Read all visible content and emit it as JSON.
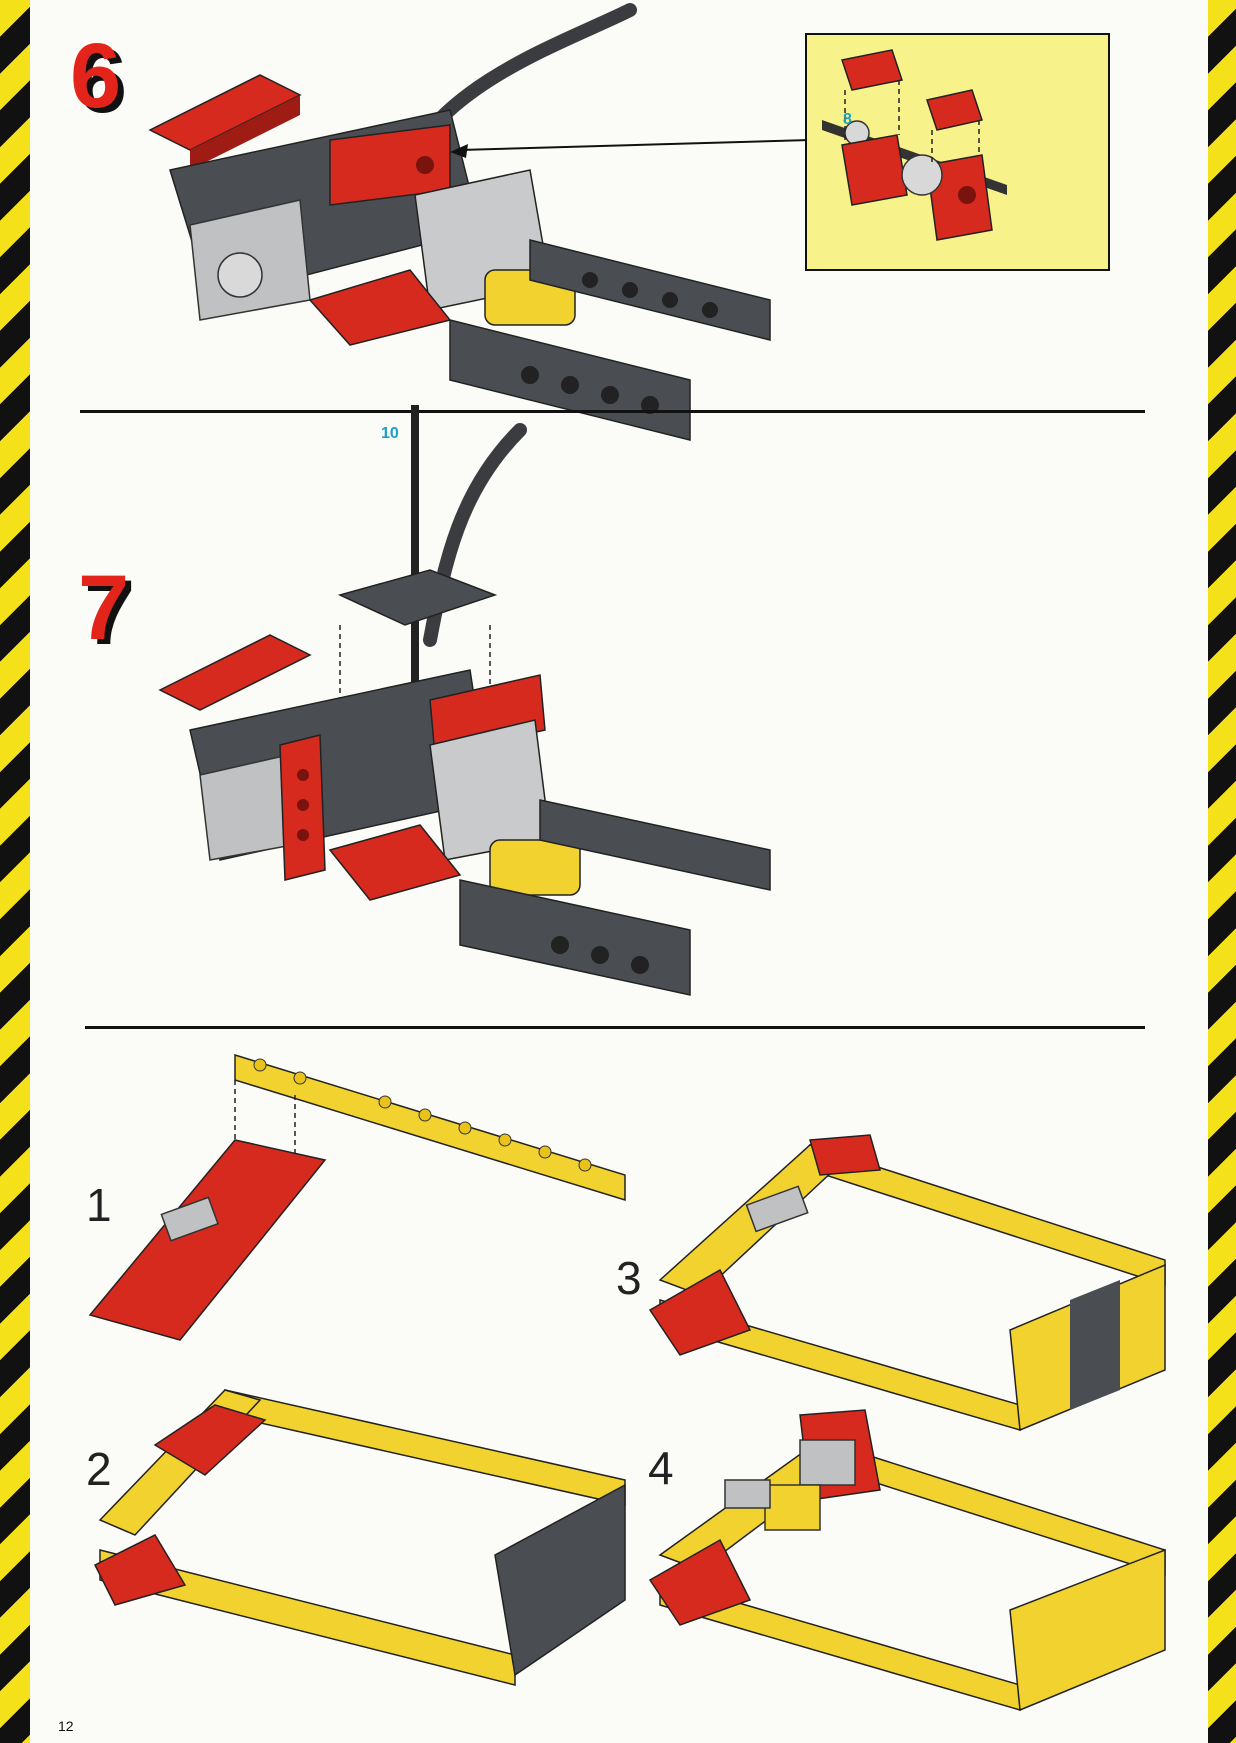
{
  "page": {
    "number": "12"
  },
  "steps": {
    "main": [
      {
        "label": "6"
      },
      {
        "label": "7"
      }
    ],
    "callouts": {
      "step6_axle_length": "8",
      "step7_axle_length": "10"
    },
    "sub": [
      {
        "label": "1"
      },
      {
        "label": "2"
      },
      {
        "label": "3"
      },
      {
        "label": "4"
      }
    ]
  },
  "colors": {
    "brick_red": "#d62a1e",
    "brick_yellow": "#f2d22e",
    "brick_dark_gray": "#4a4d52",
    "brick_light_gray": "#bfc1c2",
    "inset_background": "#f8f28a",
    "stripe_yellow": "#f5e11a",
    "stripe_black": "#111111"
  }
}
